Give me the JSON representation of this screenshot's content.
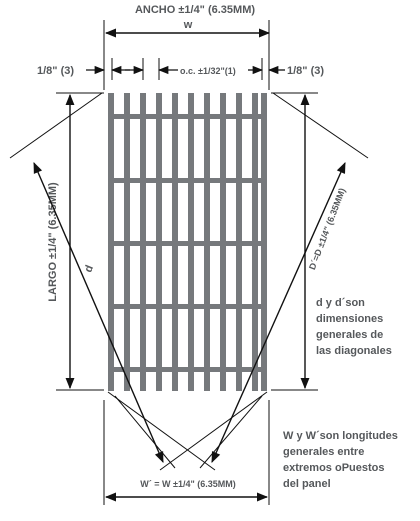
{
  "colors": {
    "text": "#55585b",
    "grate": "#76797c",
    "line": "#111111"
  },
  "labels": {
    "ancho": "ANCHO ±1/4\" (6.35MM)",
    "w": "w",
    "margin_left": "1/8\" (3)",
    "margin_right": "1/8\" (3)",
    "oc": "o.c. ±1/32\"(1)",
    "largo": "LARGO ±1/4\" (6.35MM)",
    "d": "d",
    "d_prime": "D´=D ±1/4\" (6.35MM)",
    "w_prime": "W´ = W ±1/4\" (6.35MM)"
  },
  "notes": {
    "diagonals": "d y d´son\ndimensiones\ngenerales de\nlas diagonales",
    "lengths": "W y W´son longitudes\ngenerales entre\nextremos oPuestos\ndel panel"
  }
}
